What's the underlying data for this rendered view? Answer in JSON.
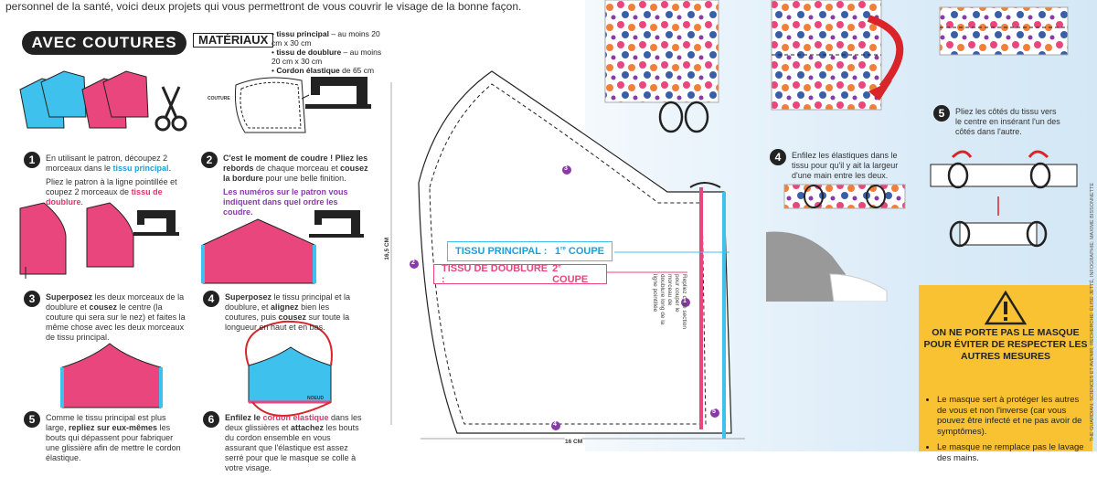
{
  "intro": "personnel de la santé, voici deux projets qui vous permettront de vous couvrir le visage de la bonne façon.",
  "section_title": "AVEC COUTURES",
  "materials": {
    "title": "MATÉRIAUX",
    "items": [
      {
        "bold": "tissu principal",
        "rest": " – au moins 20 cm x 30 cm"
      },
      {
        "bold": "tissu de doublure",
        "rest": " – au moins 20 cm x 30 cm"
      },
      {
        "bold": "Cordon élastique",
        "rest": " de 65 cm"
      }
    ]
  },
  "labels": {
    "couture": "COUTURE",
    "noeud": "NOEUD",
    "height": "16,5 CM",
    "width": "16 CM"
  },
  "steps": {
    "s1": {
      "n": "1",
      "a": "En utilisant le patron, découpez 2 morceaux dans le ",
      "a_hl": "tissu principal",
      "a_end": ".",
      "b": "Pliez le patron à la ligne pointillée et coupez 2 morceaux de ",
      "b_hl": "tissu de doublure",
      "b_end": "."
    },
    "s2": {
      "n": "2",
      "a_b": "C'est le moment de coudre ! Pliez les rebords",
      "a": " de chaque morceau et ",
      "a_b2": "cousez la bordure",
      "a_end": " pour une belle finition.",
      "b": "Les numéros sur le patron vous indiquent dans quel ordre les coudre."
    },
    "s3": {
      "n": "3",
      "b": "Superposez",
      "t": " les deux morceaux de la doublure et ",
      "b2": "cousez",
      "t2": " le centre (la couture qui sera sur le nez) et faites la même chose avec les deux morceaux de tissu principal."
    },
    "s4": {
      "n": "4",
      "b": "Superposez",
      "t": " le tissu principal et la doublure, et ",
      "b2": "alignez",
      "t2": " bien les coutures, puis ",
      "b3": "cousez",
      "t3": " sur toute la longueur en haut et en bas."
    },
    "s5": {
      "n": "5",
      "t": "Comme le tissu principal est plus large, ",
      "b": "repliez sur eux-mêmes",
      "t2": " les bouts qui dépassent pour fabriquer une glissière afin de mettre le cordon élastique."
    },
    "s6": {
      "n": "6",
      "b": "Enfilez le ",
      "hl": "cordon élastique",
      "t": " dans les deux glissières et ",
      "b2": "attachez",
      "t2": " les bouts du cordon ensemble en vous assurant que l'élastique est assez serré pour que le masque se colle à votre visage."
    },
    "r4": {
      "n": "4",
      "t": "Enfilez les élastiques dans le tissu pour qu'il y ait la largeur d'une main entre les deux."
    },
    "r5": {
      "n": "5",
      "t": "Pliez les côtés du tissu vers le centre en insérant l'un des côtés dans l'autre."
    }
  },
  "pattern": {
    "principal": "TISSU PRINCIPAL :",
    "principal_cut": "1",
    "principal_sup": "re",
    "principal_cut2": " COUPE",
    "doublure": "TISSU DE DOUBLURE :",
    "doublure_cut": "2",
    "doublure_sup": "e",
    "doublure_cut2": " COUPE",
    "note": "Repliez cette section pour couper le morceau de doublure long de la ligne pointillée",
    "markers": [
      "1",
      "2",
      "3",
      "4",
      "5"
    ]
  },
  "warning": {
    "title": "ON NE PORTE PAS LE MASQUE POUR ÉVITER DE RESPECTER LES AUTRES MESURES",
    "items": [
      "Le masque sert à protéger les autres de vous et non l'inverse (car vous pouvez être infecté et ne pas avoir de symptômes).",
      "Le masque ne remplace pas le lavage des mains."
    ]
  },
  "credit": "THE GUARDIAN, SCIENCES ET AVENIR, RECHERCHE: ÉLISE JETTÉ, INFOGRAPHIE: MAXIME BISSONNETTE",
  "colors": {
    "blue": "#3ec1ec",
    "pink": "#e8467c",
    "purple": "#8a3aa8",
    "yellow": "#f8c233",
    "red": "#d9252a"
  }
}
